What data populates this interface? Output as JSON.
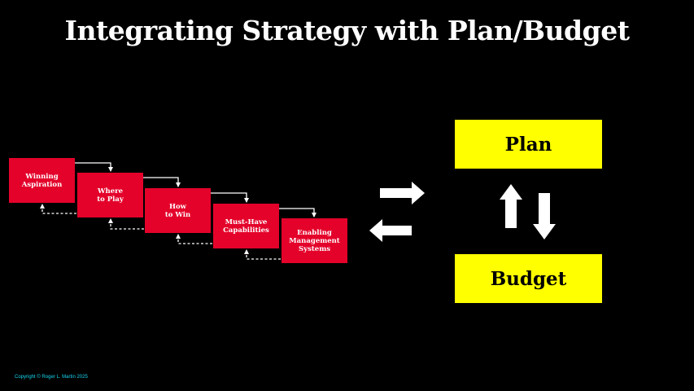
{
  "title": "Integrating Strategy with Plan/Budget",
  "cascade": {
    "steps": [
      {
        "label": "Winning\nAspiration"
      },
      {
        "label": "Where\nto Play"
      },
      {
        "label": "How\nto Win"
      },
      {
        "label": "Must-Have\nCapabilities"
      },
      {
        "label": "Enabling\nManagement\nSystems"
      }
    ]
  },
  "plan_label": "Plan",
  "budget_label": "Budget",
  "copyright": "Copyright © Roger L. Martin 2025",
  "colors": {
    "step_red": "#e4022a",
    "box_yellow": "#ffff00",
    "copyright_cyan": "#16d6f0"
  }
}
